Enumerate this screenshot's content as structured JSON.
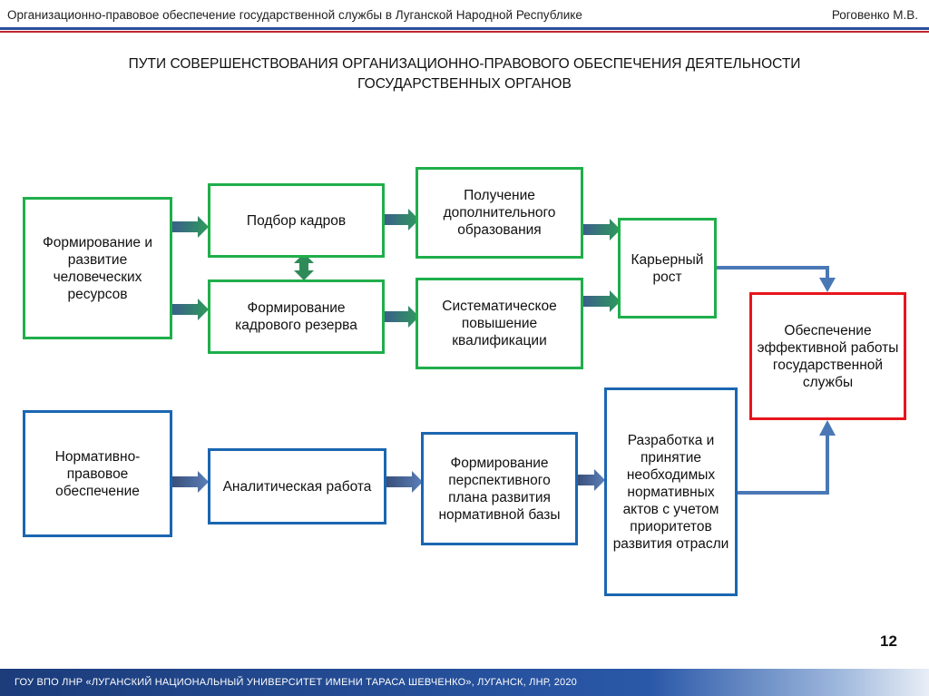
{
  "header": {
    "left_text": "Организационно-правовое обеспечение государственной службы в Луганской Народной Республике",
    "right_text": "Роговенко М.В."
  },
  "title": {
    "line1": "ПУТИ СОВЕРШЕНСТВОВАНИЯ ОРГАНИЗАЦИОННО-ПРАВОВОГО ОБЕСПЕЧЕНИЯ ДЕЯТЕЛЬНОСТИ",
    "line2": "ГОСУДАРСТВЕННЫХ ОРГАНОВ"
  },
  "boxes": {
    "hr": "Формирование и развитие человеческих ресурсов",
    "selection": "Подбор кадров",
    "reserve": "Формирование кадрового резерва",
    "education": "Получение дополнительного образования",
    "qualification": "Систематическое повышение квалификации",
    "career": "Карьерный рост",
    "result": "Обеспечение эффективной работы государственной службы",
    "legal": "Нормативно-правовое обеспечение",
    "analytics": "Аналитическая работа",
    "plan": "Формирование перспективного плана развития нормативной базы",
    "acts": "Разработка и принятие необходимых нормативных актов с учетом приоритетов развития отрасли"
  },
  "colors": {
    "green_border": "#1fae4b",
    "blue_border": "#1b66b1",
    "red_border": "#e8141c",
    "arrow_green": "#2e8b57",
    "arrow_blue": "#4a6fa5"
  },
  "page_number": "12",
  "footer": {
    "text": "ГОУ ВПО ЛНР «ЛУГАНСКИЙ НАЦИОНАЛЬНЫЙ УНИВЕРСИТЕТ ИМЕНИ ТАРАСА ШЕВЧЕНКО», ЛУГАНСК, ЛНР, 2020"
  }
}
